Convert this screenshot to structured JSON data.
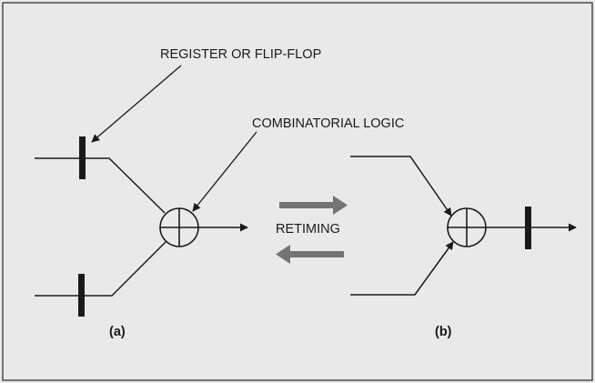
{
  "labels": {
    "register": "REGISTER OR FLIP-FLOP",
    "logic": "COMBINATORIAL LOGIC",
    "retiming": "RETIMING",
    "panel_a": "(a)",
    "panel_b": "(b)"
  },
  "colors": {
    "background": "#e9e9ea",
    "ink": "#1a1a1a",
    "arrow_gray": "#747476",
    "border": "#4a4a4a"
  }
}
